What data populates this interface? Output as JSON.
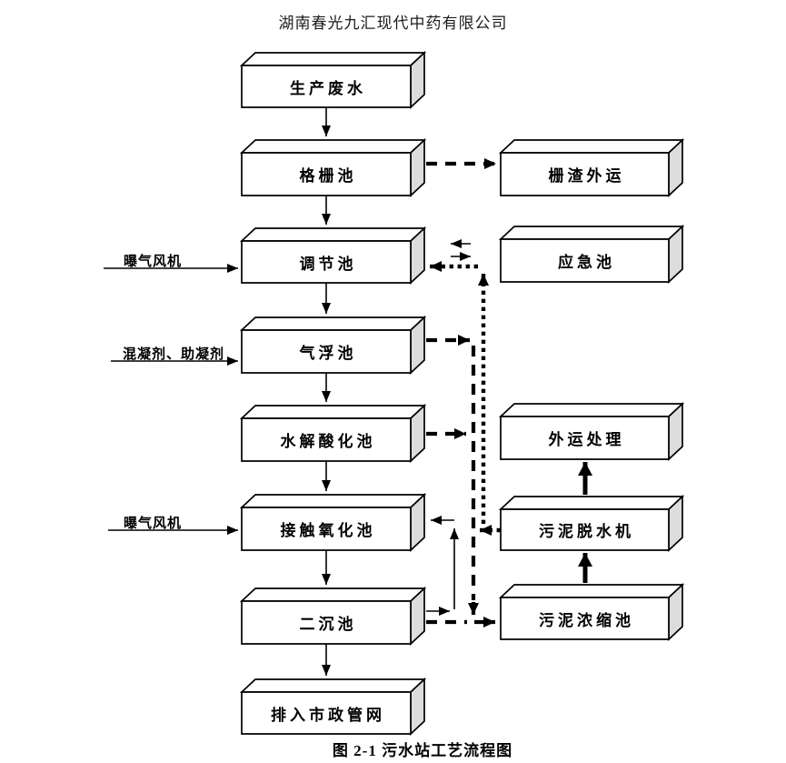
{
  "title": "湖南春光九汇现代中药有限公司",
  "caption": "图 2-1 污水站工艺流程图",
  "boxes": {
    "production_wastewater": "生产废水",
    "grid_pool": "格栅池",
    "regulating_pool": "调节池",
    "air_flotation_pool": "气浮池",
    "hydrolysis_acidification_pool": "水解酸化池",
    "contact_oxidation_pool": "接触氧化池",
    "secondary_sedimentation_pool": "二沉池",
    "municipal_pipe_network": "排入市政管网",
    "grid_slag_outbound": "栅渣外运",
    "emergency_pool": "应急池",
    "outbound_treatment": "外运处理",
    "sludge_dewatering_machine": "污泥脱水机",
    "sludge_thickening_pool": "污泥浓缩池"
  },
  "side_labels": {
    "aeration_fan_top": "曝气风机",
    "coagulant": "混凝剂、助凝剂",
    "aeration_fan_bottom": "曝气风机"
  },
  "edges": [
    {
      "from": "生产废水",
      "to": "格栅池",
      "style": "solid-thin"
    },
    {
      "from": "格栅池",
      "to": "调节池",
      "style": "solid-thin"
    },
    {
      "from": "格栅池",
      "to": "栅渣外运",
      "style": "dashed"
    },
    {
      "from": "曝气风机",
      "to": "调节池",
      "style": "solid-thin"
    },
    {
      "from": "调节池",
      "to": "应急池",
      "style": "solid-thin-bidirectional"
    },
    {
      "from": "调节池",
      "to": "气浮池",
      "style": "solid-thin"
    },
    {
      "from": "混凝剂、助凝剂",
      "to": "气浮池",
      "style": "solid-thin"
    },
    {
      "from": "气浮池",
      "to": "水解酸化池",
      "style": "solid-thin"
    },
    {
      "from": "气浮池",
      "to": "污泥浓缩池",
      "style": "dashed"
    },
    {
      "from": "水解酸化池",
      "to": "接触氧化池",
      "style": "solid-thin"
    },
    {
      "from": "水解酸化池",
      "to": "污泥浓缩池",
      "style": "dashed"
    },
    {
      "from": "曝气风机",
      "to": "接触氧化池",
      "style": "solid-thin"
    },
    {
      "from": "接触氧化池",
      "to": "二沉池",
      "style": "solid-thin"
    },
    {
      "from": "二沉池",
      "to": "接触氧化池",
      "style": "solid-thin-return"
    },
    {
      "from": "二沉池",
      "to": "排入市政管网",
      "style": "solid-thin"
    },
    {
      "from": "二沉池",
      "to": "污泥浓缩池",
      "style": "dashed"
    },
    {
      "from": "污泥浓缩池",
      "to": "污泥脱水机",
      "style": "solid-thick"
    },
    {
      "from": "污泥脱水机",
      "to": "外运处理",
      "style": "solid-thick"
    },
    {
      "from": "污泥脱水机",
      "to": "调节池",
      "style": "dotted-return"
    }
  ],
  "colors": {
    "background": "#ffffff",
    "line": "#000000",
    "box_face": "#ffffff",
    "box_side": "#dcdcdc",
    "text": "#000000"
  }
}
